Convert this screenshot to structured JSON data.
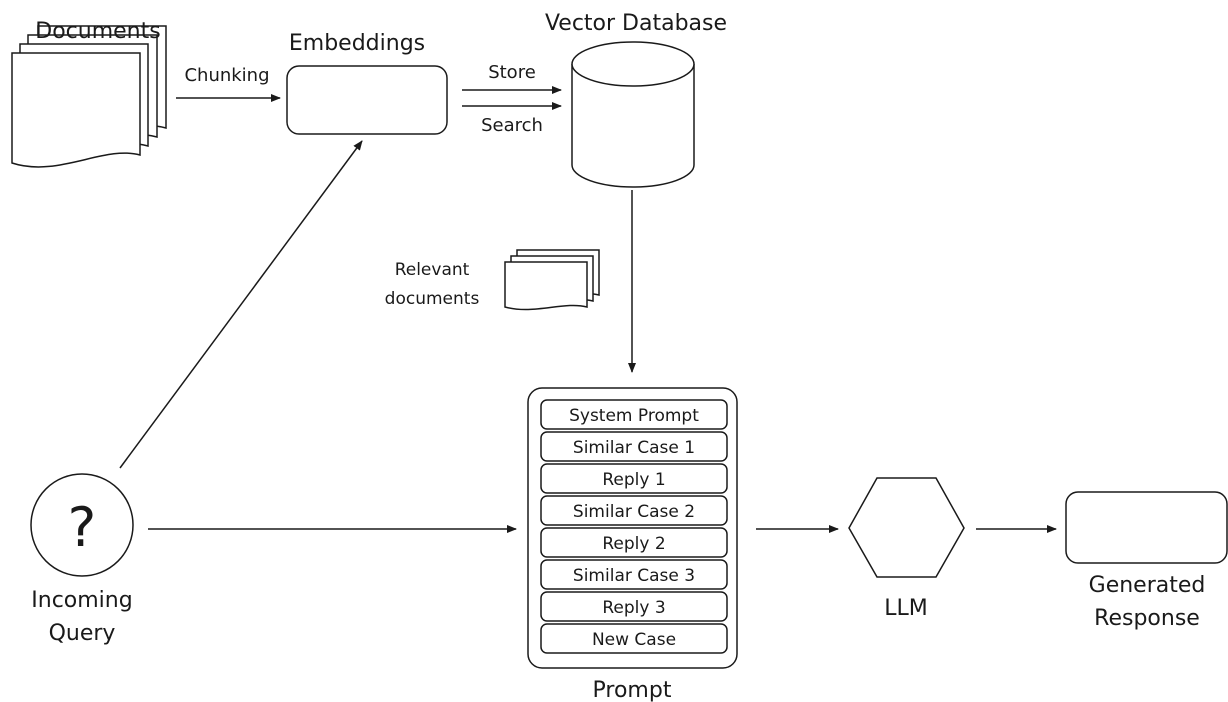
{
  "labels": {
    "documents": "Documents",
    "embeddings": "Embeddings",
    "vector_database": "Vector Database",
    "chunking": "Chunking",
    "store": "Store",
    "search": "Search",
    "relevant_documents_line1": "Relevant",
    "relevant_documents_line2": "documents",
    "query_symbol": "?",
    "incoming_query_line1": "Incoming",
    "incoming_query_line2": "Query",
    "prompt": "Prompt",
    "llm": "LLM",
    "generated_response_line1": "Generated",
    "generated_response_line2": "Response"
  },
  "prompt_items": [
    "System Prompt",
    "Similar Case 1",
    "Reply 1",
    "Similar Case 2",
    "Reply 2",
    "Similar Case 3",
    "Reply 3",
    "New Case"
  ]
}
